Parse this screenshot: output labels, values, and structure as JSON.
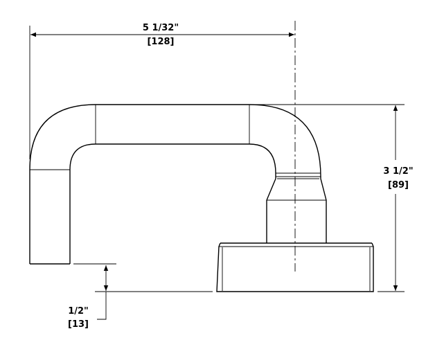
{
  "drawing": {
    "dimensions": {
      "overall_width": {
        "imperial": "5 1/32\"",
        "metric": "[128]"
      },
      "overall_height": {
        "imperial": "3 1/2\"",
        "metric": "[89]"
      },
      "drop": {
        "imperial": "1/2\"",
        "metric": "[13]"
      }
    }
  }
}
